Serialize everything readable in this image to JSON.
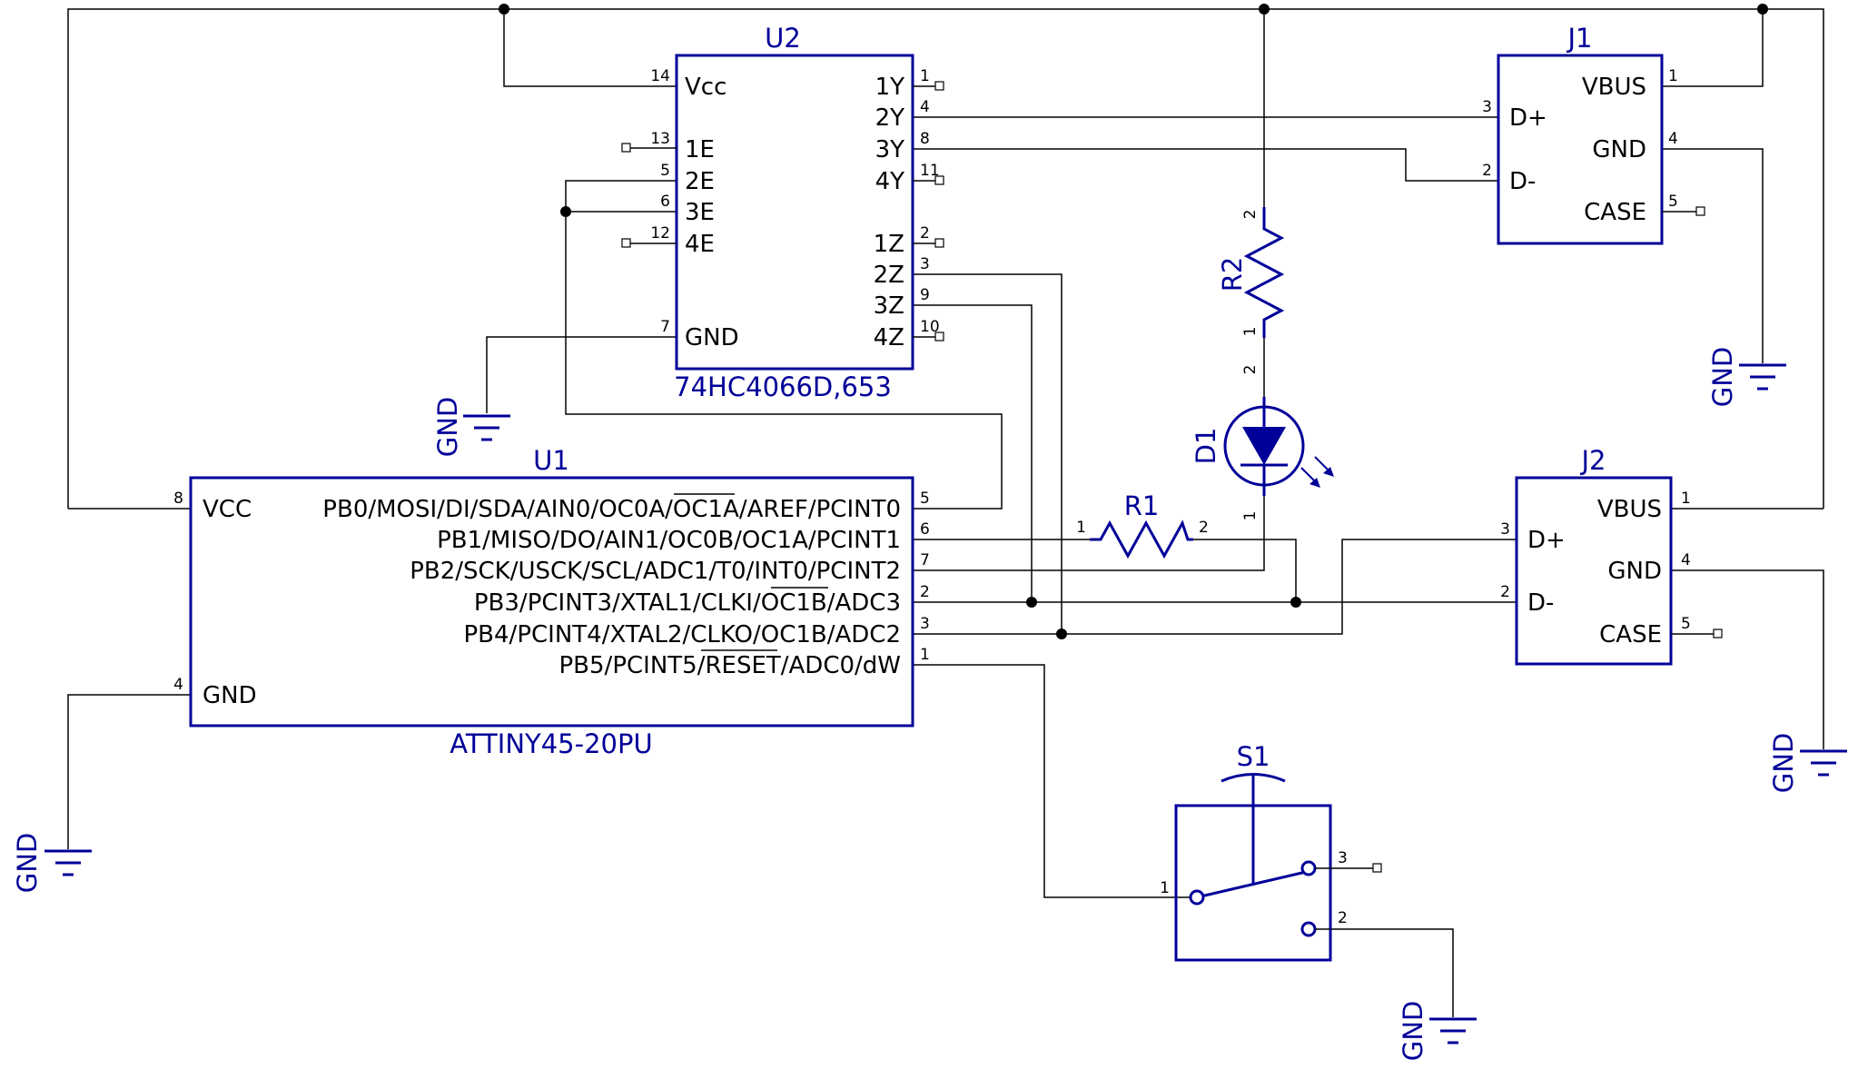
{
  "u1": {
    "ref": "U1",
    "value": "ATTINY45-20PU",
    "vcc_label": "VCC",
    "gnd_label": "GND",
    "vcc_pin": "8",
    "gnd_pin": "4",
    "pins": [
      {
        "num": "5",
        "label": "PB0/MOSI/DI/SDA/AIN0/OC0A/OC1A/AREF/PCINT0",
        "overline": "OC1A"
      },
      {
        "num": "6",
        "label": "PB1/MISO/DO/AIN1/OC0B/OC1A/PCINT1",
        "overline": ""
      },
      {
        "num": "7",
        "label": "PB2/SCK/USCK/SCL/ADC1/T0/INT0/PCINT2",
        "overline": ""
      },
      {
        "num": "2",
        "label": "PB3/PCINT3/XTAL1/CLKI/OC1B/ADC3",
        "overline": "OC1B"
      },
      {
        "num": "3",
        "label": "PB4/PCINT4/XTAL2/CLKO/OC1B/ADC2",
        "overline": ""
      },
      {
        "num": "1",
        "label": "PB5/PCINT5/RESET/ADC0/dW",
        "overline": "RESET"
      }
    ]
  },
  "u2": {
    "ref": "U2",
    "value": "74HC4066D,653",
    "left_pins": [
      {
        "num": "14",
        "label": "Vcc"
      },
      {
        "num": "13",
        "label": "1E"
      },
      {
        "num": "5",
        "label": "2E"
      },
      {
        "num": "6",
        "label": "3E"
      },
      {
        "num": "12",
        "label": "4E"
      },
      {
        "num": "7",
        "label": "GND"
      }
    ],
    "right_pins": [
      {
        "num": "1",
        "label": "1Y"
      },
      {
        "num": "4",
        "label": "2Y"
      },
      {
        "num": "8",
        "label": "3Y"
      },
      {
        "num": "11",
        "label": "4Y"
      },
      {
        "num": "2",
        "label": "1Z"
      },
      {
        "num": "3",
        "label": "2Z"
      },
      {
        "num": "9",
        "label": "3Z"
      },
      {
        "num": "10",
        "label": "4Z"
      }
    ]
  },
  "j1": {
    "ref": "J1",
    "pins": [
      {
        "num": "1",
        "label": "VBUS"
      },
      {
        "num": "3",
        "label": "D+"
      },
      {
        "num": "4",
        "label": "GND"
      },
      {
        "num": "2",
        "label": "D-"
      },
      {
        "num": "5",
        "label": "CASE"
      }
    ]
  },
  "j2": {
    "ref": "J2",
    "pins": [
      {
        "num": "1",
        "label": "VBUS"
      },
      {
        "num": "3",
        "label": "D+"
      },
      {
        "num": "4",
        "label": "GND"
      },
      {
        "num": "2",
        "label": "D-"
      },
      {
        "num": "5",
        "label": "CASE"
      }
    ]
  },
  "r1": {
    "ref": "R1",
    "pin1": "1",
    "pin2": "2"
  },
  "r2": {
    "ref": "R2",
    "pin1": "1",
    "pin2": "2"
  },
  "d1": {
    "ref": "D1",
    "pin1": "1",
    "pin2": "2"
  },
  "s1": {
    "ref": "S1",
    "pin1": "1",
    "pin2": "2",
    "pin3": "3"
  },
  "gnd_label": "GND",
  "colors": {
    "wire": "#000000",
    "symbol": "#000099",
    "background": "#ffffff"
  }
}
